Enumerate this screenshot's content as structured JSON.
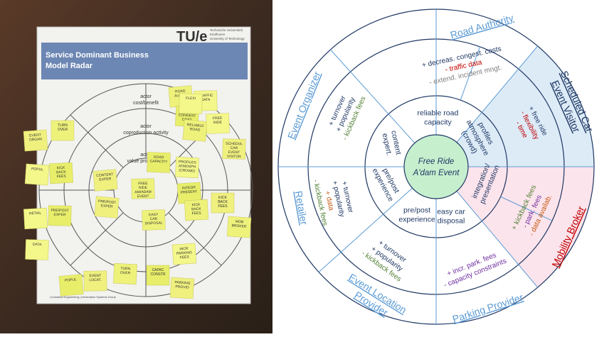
{
  "photo": {
    "logo": "TU/e",
    "university": [
      "Technische Universiteit",
      "Eindhoven",
      "University of Technology"
    ],
    "poster_title": [
      "Service Dominant Business",
      "Model Radar"
    ],
    "ring_labels": [
      [
        "actor",
        "cost/benefit"
      ],
      [
        "actor",
        "coproduction activity"
      ],
      [
        "actor",
        "value proposition"
      ]
    ],
    "footer": "| Industrial Engineering | Information Systems Group",
    "notes": [
      {
        "text": "ROAD AUTHO"
      },
      {
        "text": "TRAFFIC DATA"
      },
      {
        "text": "DECR CONGEST COST"
      },
      {
        "text": "EVENT ORGAN"
      },
      {
        "text": "TURN OVER"
      },
      {
        "text": "POPUL"
      },
      {
        "text": "KICK BACK FEES"
      },
      {
        "text": "SCHEDUL CAR EVENT VISITOR"
      },
      {
        "text": "RELIABLE ROAD"
      },
      {
        "text": "FREE RIDE"
      },
      {
        "text": "ROAD CAPACITY"
      },
      {
        "text": "CONTENT EXPER"
      },
      {
        "text": "FREE RIDE AM/ADAM EVENT"
      },
      {
        "text": "PROFILES ATMOSPH (CROWD)"
      },
      {
        "text": "INTEGR PRESENT."
      },
      {
        "text": "KICK BACK FEES"
      },
      {
        "text": "MOB BROKER"
      },
      {
        "text": "RETAIL"
      },
      {
        "text": "PRE/POST EXPER"
      },
      {
        "text": "PRE/POST EXPER"
      },
      {
        "text": "EASY CAR DISPOSAL"
      },
      {
        "text": "DATA"
      },
      {
        "text": "POPUL"
      },
      {
        "text": "EVENT LOCAT."
      },
      {
        "text": "TURN OVER"
      },
      {
        "text": "INCR PARKING FEES"
      },
      {
        "text": "CAPAC CONSTR"
      },
      {
        "text": "PARKING PROVID"
      },
      {
        "text": "KICK BACK FEES"
      },
      {
        "text": "FLEXI"
      }
    ]
  },
  "radar": {
    "center": [
      "Free Ride",
      "A'dam Event"
    ],
    "inner_ring": [
      {
        "lines": [
          "reliable road",
          "capacity"
        ]
      },
      {
        "lines": [
          "profiles",
          "atmosphere",
          "(crowd)"
        ]
      },
      {
        "lines": [
          "integration/",
          "presentation"
        ]
      },
      {
        "lines": [
          "easy car",
          "disposal"
        ]
      },
      {
        "lines": [
          "pre/post",
          "experience"
        ]
      },
      {
        "lines": [
          "pre/post",
          "experience"
        ]
      },
      {
        "lines": [
          "content",
          "expert."
        ]
      }
    ],
    "actors": [
      {
        "name": "Road Authority",
        "color": "#5b9bd5"
      },
      {
        "name": [
          "Scheduled Car",
          "Event Visitor"
        ],
        "color": "#1f3864"
      },
      {
        "name": "Mobility Broker",
        "color": "#c00000"
      },
      {
        "name": "Parking Provider",
        "color": "#5b9bd5"
      },
      {
        "name": [
          "Event Location",
          "Provider"
        ],
        "color": "#5b9bd5"
      },
      {
        "name": "Retailer",
        "color": "#5b9bd5"
      },
      {
        "name": "Event Organizer",
        "color": "#5b9bd5"
      }
    ],
    "cost_benefit": [
      {
        "lines": [
          {
            "t": "+ decreas. congest. costs",
            "c": "#1f3864"
          },
          {
            "t": "- traffic data",
            "c": "#c00000"
          },
          {
            "t": "- extend. incident mngt.",
            "c": "#7f7f7f"
          }
        ]
      },
      {
        "lines": [
          {
            "t": "+ free ride",
            "c": "#1f3864"
          },
          {
            "t": "- flexibility",
            "c": "#c00000"
          },
          {
            "t": "- time",
            "c": "#c00000"
          }
        ]
      },
      {
        "lines": [
          {
            "t": "+ kickback fees",
            "c": "#538135"
          },
          {
            "t": "- park. fees",
            "c": "#7030a0"
          },
          {
            "t": "- data availab.",
            "c": "#c55a11"
          }
        ]
      },
      {
        "lines": [
          {
            "t": "+ incr. park. fees",
            "c": "#7030a0"
          },
          {
            "t": "- capacity constraints",
            "c": "#7030a0"
          }
        ]
      },
      {
        "lines": [
          {
            "t": "+ turnover",
            "c": "#1f3864"
          },
          {
            "t": "+ popularity",
            "c": "#1f3864"
          },
          {
            "t": "- kickback fees",
            "c": "#538135"
          }
        ]
      },
      {
        "lines": [
          {
            "t": "+ turnover",
            "c": "#1f3864"
          },
          {
            "t": "+ popularity",
            "c": "#1f3864"
          },
          {
            "t": "+ data",
            "c": "#c55a11"
          },
          {
            "t": "- kickback fees",
            "c": "#538135"
          }
        ]
      },
      {
        "lines": [
          {
            "t": "+ turnover",
            "c": "#1f3864"
          },
          {
            "t": "+ popularity",
            "c": "#1f3864"
          },
          {
            "t": "- kickback fees",
            "c": "#538135"
          }
        ]
      }
    ],
    "colors": {
      "ring_line": "#1f3864",
      "sector_line": "#5b9bd5",
      "center_fill": "#c6efce",
      "visitor_fill": "#ddebf7",
      "broker_fill": "#fce4ec"
    }
  }
}
